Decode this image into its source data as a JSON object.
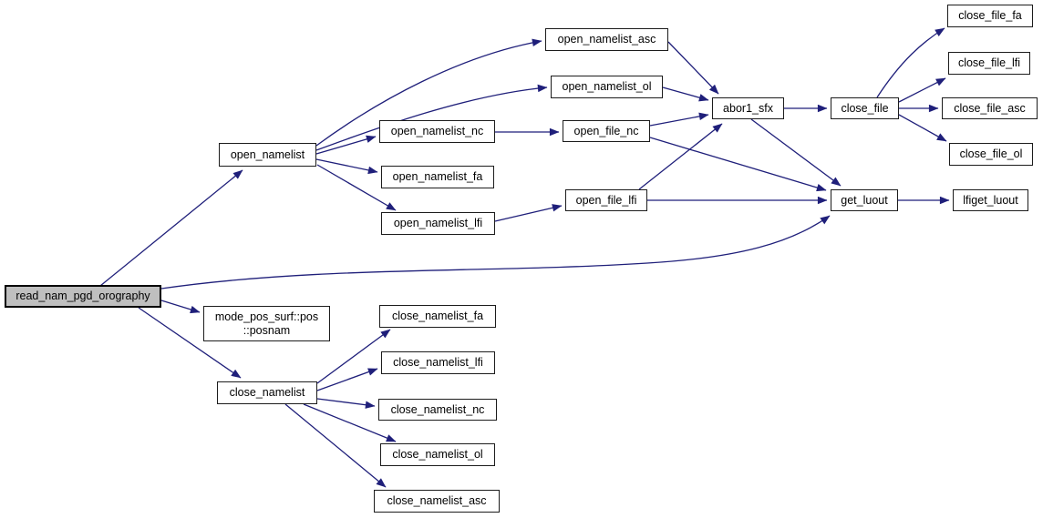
{
  "diagram": {
    "type": "call-graph",
    "root": "read_nam_pgd_orography",
    "colors": {
      "edge": "#1f1f7a",
      "node_border": "#1c1c1c",
      "node_fill": "#ffffff",
      "root_fill": "#bfbfbf",
      "background": "#ffffff",
      "text": "#000000"
    }
  },
  "nodes": [
    {
      "id": "read_nam_pgd_orography",
      "label": "read_nam_pgd_orography",
      "root": true
    },
    {
      "id": "open_namelist",
      "label": "open_namelist"
    },
    {
      "id": "open_namelist_asc",
      "label": "open_namelist_asc"
    },
    {
      "id": "open_namelist_ol",
      "label": "open_namelist_ol"
    },
    {
      "id": "open_namelist_nc",
      "label": "open_namelist_nc"
    },
    {
      "id": "open_namelist_fa",
      "label": "open_namelist_fa"
    },
    {
      "id": "open_namelist_lfi",
      "label": "open_namelist_lfi"
    },
    {
      "id": "open_file_nc",
      "label": "open_file_nc"
    },
    {
      "id": "open_file_lfi",
      "label": "open_file_lfi"
    },
    {
      "id": "abor1_sfx",
      "label": "abor1_sfx"
    },
    {
      "id": "close_file",
      "label": "close_file"
    },
    {
      "id": "close_file_fa",
      "label": "close_file_fa"
    },
    {
      "id": "close_file_lfi",
      "label": "close_file_lfi"
    },
    {
      "id": "close_file_asc",
      "label": "close_file_asc"
    },
    {
      "id": "close_file_ol",
      "label": "close_file_ol"
    },
    {
      "id": "get_luout",
      "label": "get_luout"
    },
    {
      "id": "lfiget_luout",
      "label": "lfiget_luout"
    },
    {
      "id": "mode_pos_surf_posnam",
      "label": "mode_pos_surf::pos ::posnam"
    },
    {
      "id": "close_namelist",
      "label": "close_namelist"
    },
    {
      "id": "close_namelist_fa",
      "label": "close_namelist_fa"
    },
    {
      "id": "close_namelist_lfi",
      "label": "close_namelist_lfi"
    },
    {
      "id": "close_namelist_nc",
      "label": "close_namelist_nc"
    },
    {
      "id": "close_namelist_ol",
      "label": "close_namelist_ol"
    },
    {
      "id": "close_namelist_asc",
      "label": "close_namelist_asc"
    }
  ],
  "edges": [
    {
      "from": "read_nam_pgd_orography",
      "to": "open_namelist"
    },
    {
      "from": "read_nam_pgd_orography",
      "to": "get_luout"
    },
    {
      "from": "read_nam_pgd_orography",
      "to": "mode_pos_surf_posnam"
    },
    {
      "from": "read_nam_pgd_orography",
      "to": "close_namelist"
    },
    {
      "from": "open_namelist",
      "to": "open_namelist_asc"
    },
    {
      "from": "open_namelist",
      "to": "open_namelist_ol"
    },
    {
      "from": "open_namelist",
      "to": "open_namelist_nc"
    },
    {
      "from": "open_namelist",
      "to": "open_namelist_fa"
    },
    {
      "from": "open_namelist",
      "to": "open_namelist_lfi"
    },
    {
      "from": "open_namelist_asc",
      "to": "abor1_sfx"
    },
    {
      "from": "open_namelist_ol",
      "to": "abor1_sfx"
    },
    {
      "from": "open_namelist_nc",
      "to": "open_file_nc"
    },
    {
      "from": "open_namelist_lfi",
      "to": "open_file_lfi"
    },
    {
      "from": "open_file_nc",
      "to": "abor1_sfx"
    },
    {
      "from": "open_file_nc",
      "to": "get_luout"
    },
    {
      "from": "open_file_lfi",
      "to": "abor1_sfx"
    },
    {
      "from": "open_file_lfi",
      "to": "get_luout"
    },
    {
      "from": "abor1_sfx",
      "to": "close_file"
    },
    {
      "from": "abor1_sfx",
      "to": "get_luout"
    },
    {
      "from": "close_file",
      "to": "close_file_fa"
    },
    {
      "from": "close_file",
      "to": "close_file_lfi"
    },
    {
      "from": "close_file",
      "to": "close_file_asc"
    },
    {
      "from": "close_file",
      "to": "close_file_ol"
    },
    {
      "from": "get_luout",
      "to": "lfiget_luout"
    },
    {
      "from": "close_namelist",
      "to": "close_namelist_fa"
    },
    {
      "from": "close_namelist",
      "to": "close_namelist_lfi"
    },
    {
      "from": "close_namelist",
      "to": "close_namelist_nc"
    },
    {
      "from": "close_namelist",
      "to": "close_namelist_ol"
    },
    {
      "from": "close_namelist",
      "to": "close_namelist_asc"
    }
  ]
}
